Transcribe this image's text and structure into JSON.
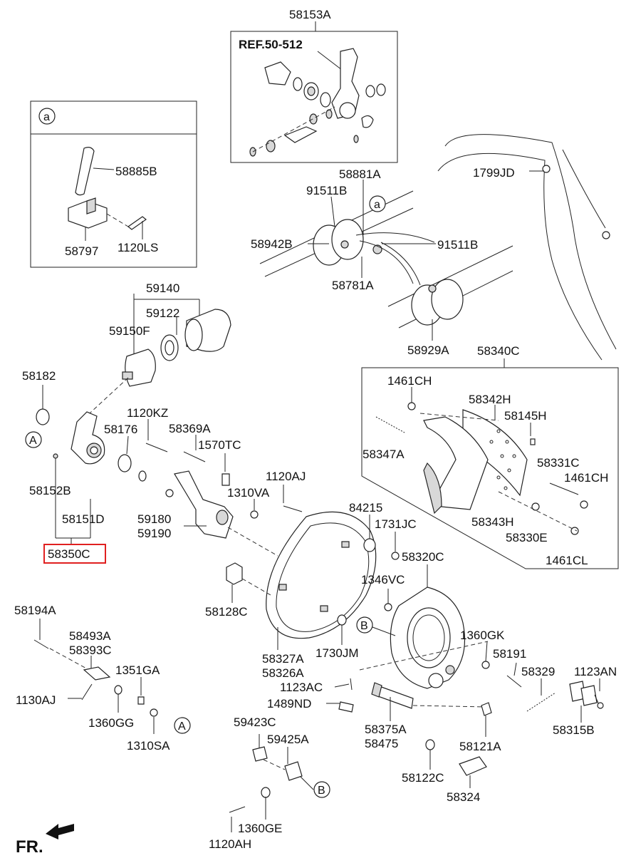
{
  "diagram": {
    "direction_label": "FR.",
    "ref_label": "REF.50-512",
    "highlighted_part": "58350C",
    "highlight_color": "#e02020",
    "callouts": {
      "a": "a",
      "A": "A",
      "B": "B"
    },
    "part_numbers": {
      "p58153A": "58153A",
      "p58885B": "58885B",
      "p58797": "58797",
      "p1120LS": "1120LS",
      "p58881A": "58881A",
      "p91511B_1": "91511B",
      "p91511B_2": "91511B",
      "p58942B": "58942B",
      "p58781A": "58781A",
      "p1799JD": "1799JD",
      "p58929A": "58929A",
      "p58340C": "58340C",
      "p59140": "59140",
      "p59122": "59122",
      "p59150F": "59150F",
      "p58182": "58182",
      "p1120KZ": "1120KZ",
      "p58369A": "58369A",
      "p58176": "58176",
      "p1570TC": "1570TC",
      "p58152B": "58152B",
      "p1120AJ": "1120AJ",
      "p1310VA": "1310VA",
      "p58151D": "58151D",
      "p59180": "59180",
      "p59190": "59190",
      "p58350C": "58350C",
      "p84215": "84215",
      "p1731JC": "1731JC",
      "p58320C": "58320C",
      "p1461CH_1": "1461CH",
      "p58342H": "58342H",
      "p58145H": "58145H",
      "p58347A": "58347A",
      "p58331C": "58331C",
      "p1461CH_2": "1461CH",
      "p58343H": "58343H",
      "p58330E": "58330E",
      "p1461CL": "1461CL",
      "p1346VC": "1346VC",
      "p58128C": "58128C",
      "p58194A": "58194A",
      "p58493A": "58493A",
      "p58393C": "58393C",
      "p1351GA": "1351GA",
      "p1130AJ": "1130AJ",
      "p1360GG": "1360GG",
      "p1310SA": "1310SA",
      "p58327A": "58327A",
      "p58326A": "58326A",
      "p1730JM": "1730JM",
      "p1360GK": "1360GK",
      "p58191": "58191",
      "p58329": "58329",
      "p1123AN": "1123AN",
      "p1123AC": "1123AC",
      "p1489ND": "1489ND",
      "p58315B": "58315B",
      "p59423C": "59423C",
      "p59425A": "59425A",
      "p58375A": "58375A",
      "p58475": "58475",
      "p58121A": "58121A",
      "p58122C": "58122C",
      "p58324": "58324",
      "p1360GE": "1360GE",
      "p1120AH": "1120AH"
    }
  }
}
